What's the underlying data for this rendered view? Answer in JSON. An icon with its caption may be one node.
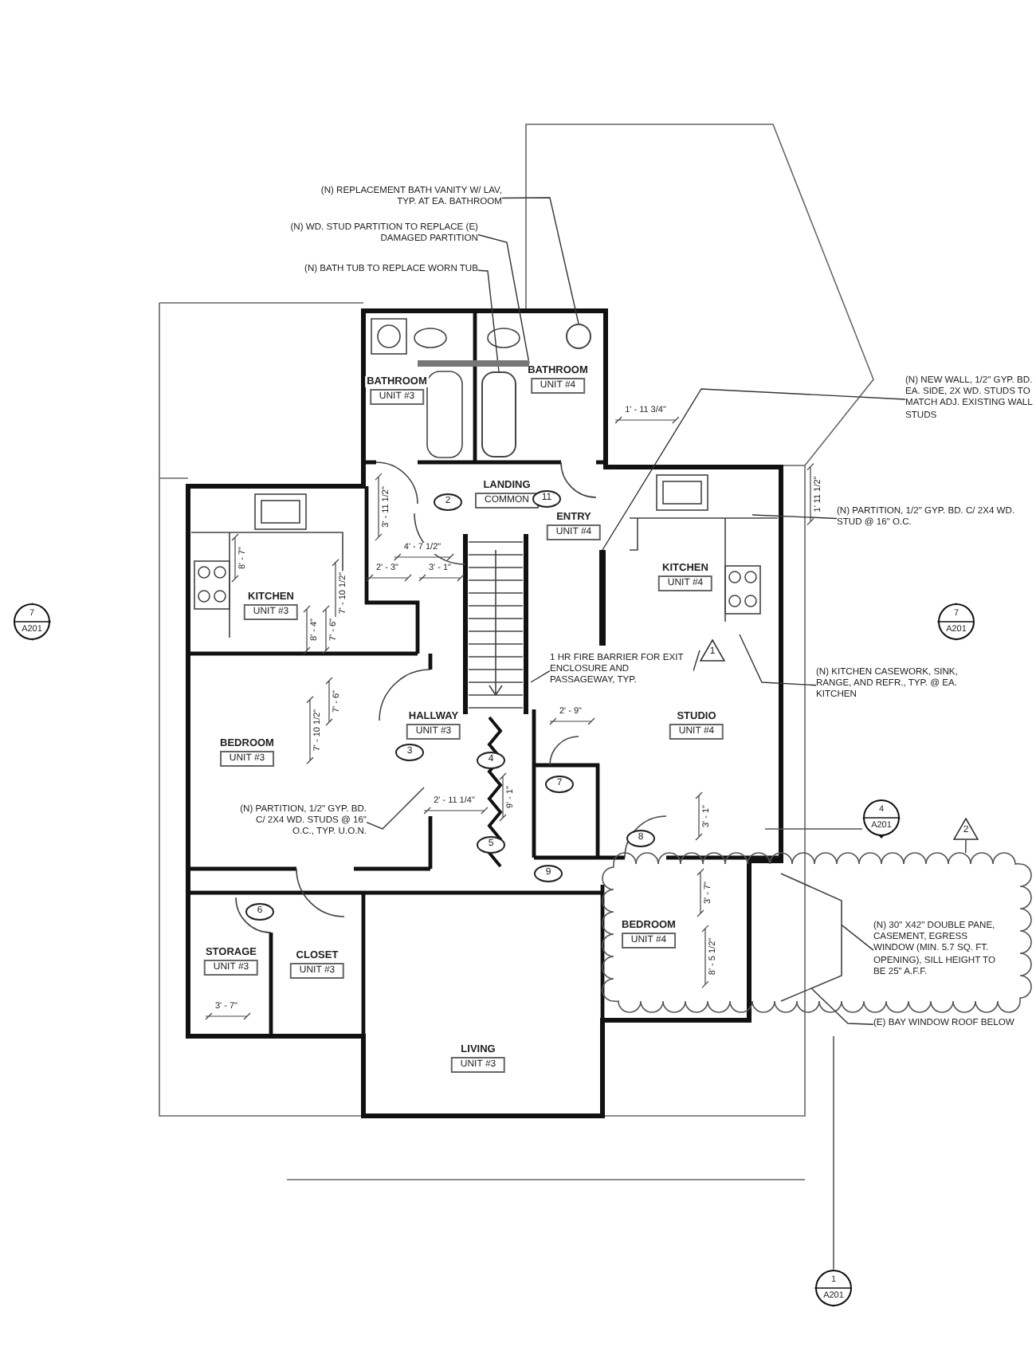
{
  "diagram": {
    "nodes": [
      {
        "text": [
          "(N) REPLACEMENT BATH VANITY W/ LAV, TYP. AT EA. BATHROOM"
        ]
      },
      {
        "text": [
          "(N) WD. STUD PARTITION TO REPLACE (E) DAMAGED PARTITION"
        ]
      },
      {
        "text": [
          "(N) BATH TUB TO REPLACE WORN TUB"
        ]
      },
      {
        "text": [
          "BATHROOM",
          "UNIT #3"
        ]
      },
      {
        "text": [
          "BATHROOM",
          "UNIT #4"
        ]
      },
      {
        "text": [
          "(N) NEW WALL, 1/2\" GYP. BD. EA. SIDE, 2X WD. STUDS TO MATCH ADJ. EXISTING WALL STUDS"
        ]
      },
      {
        "text": [
          "LANDING",
          "COMMON"
        ]
      },
      {
        "text": [
          "2"
        ]
      },
      {
        "text": [
          "11"
        ]
      },
      {
        "text": [
          "ENTRY",
          "UNIT #4"
        ]
      },
      {
        "text": [
          "(N) PARTITION, 1/2\" GYP. BD. C/ 2X4 WD. STUD @ 16\" O.C."
        ]
      },
      {
        "text": [
          "KITCHEN",
          "UNIT #3"
        ]
      },
      {
        "text": [
          "KITCHEN",
          "UNIT #4"
        ]
      },
      {
        "text": [
          "7",
          "A201"
        ]
      },
      {
        "text": [
          "7",
          "A201"
        ]
      },
      {
        "text": [
          "1 HR FIRE BARRIER FOR EXIT ENCLOSURE AND PASSAGEWAY, TYP."
        ]
      },
      {
        "text": [
          "1"
        ]
      },
      {
        "text": [
          "(N) KITCHEN CASEWORK, SINK, RANGE, AND REFR., TYP. @ EA. KITCHEN"
        ]
      },
      {
        "text": [
          "HALLWAY",
          "UNIT #3"
        ]
      },
      {
        "text": [
          "STUDIO",
          "UNIT #4"
        ]
      },
      {
        "text": [
          "BEDROOM",
          "UNIT #3"
        ]
      },
      {
        "text": [
          "3"
        ]
      },
      {
        "text": [
          "4"
        ]
      },
      {
        "text": [
          "7"
        ]
      },
      {
        "text": [
          "(N) PARTITION, 1/2\" GYP. BD. C/ 2X4 WD. STUDS @ 16\" O.C., TYP. U.O.N."
        ]
      },
      {
        "text": [
          "8"
        ]
      },
      {
        "text": [
          "5"
        ]
      },
      {
        "text": [
          "9"
        ]
      },
      {
        "text": [
          "4",
          "A201"
        ]
      },
      {
        "text": [
          "2"
        ]
      },
      {
        "text": [
          "6"
        ]
      },
      {
        "text": [
          "(N) 30\" X42\" DOUBLE PANE, CASEMENT, EGRESS WINDOW (MIN. 5.7 SQ. FT. OPENING), SILL HEIGHT TO BE 25\" A.F.F."
        ],
        "in": 42
      },
      {
        "text": [
          "BEDROOM",
          "UNIT #4"
        ],
        "in": 42
      },
      {
        "text": [
          "STORAGE",
          "UNIT #3"
        ]
      },
      {
        "text": [
          "CLOSET",
          "UNIT #3"
        ]
      },
      {
        "text": [
          "(E) BAY WINDOW ROOF BELOW"
        ]
      },
      {
        "text": [
          "LIVING",
          "UNIT #3"
        ]
      },
      {
        "text": [
          "1",
          "A201"
        ]
      },
      {
        "text": [],
        "shape": "circle"
      },
      {
        "text": [],
        "shape": "bar"
      },
      {
        "text": [],
        "shape": "box"
      },
      {
        "text": [],
        "shape": "bar"
      },
      {
        "text": [],
        "shape": "cloud"
      },
      {
        "text": [],
        "shape": "box",
        "in": 42
      }
    ],
    "edges": [
      {
        "from": 0,
        "to": 38,
        "arrow": "none"
      },
      {
        "from": 1,
        "to": 39,
        "arrow": "none"
      },
      {
        "from": 2,
        "to": 40,
        "arrow": "none"
      },
      {
        "from": 5,
        "to": 41,
        "arrow": "none"
      },
      {
        "from": 10,
        "to": null,
        "arrow": "none"
      },
      {
        "from": 15,
        "to": null,
        "arrow": "none"
      },
      {
        "from": 15,
        "to": 16,
        "arrow": "none"
      },
      {
        "from": 17,
        "to": null,
        "arrow": "none"
      },
      {
        "from": 24,
        "to": null,
        "arrow": "none"
      },
      {
        "from": 29,
        "to": 42,
        "arrow": "none"
      },
      {
        "from": 31,
        "to": 43,
        "arrow": "none"
      },
      {
        "from": 35,
        "to": 43,
        "arrow": "none"
      }
    ],
    "labels": [
      "1' - 11 3/4\"",
      "1' 11 1/2\"",
      "3' - 11 1/2\"",
      "4' - 7 1/2\"",
      "2' - 3\"",
      "3' - 1\"",
      "8' - 7\"",
      "7' - 10 1/2\"",
      "8' - 4\"",
      "7' - 6\"",
      "7' - 6\"",
      "7' - 10 1/2\"",
      "2' - 11 1/4\"",
      "9' - 1\"",
      "2' - 9\"",
      "3' - 1\"",
      "3' - 7\"",
      "8' - 5 1/2\"",
      "3' - 7\""
    ]
  }
}
